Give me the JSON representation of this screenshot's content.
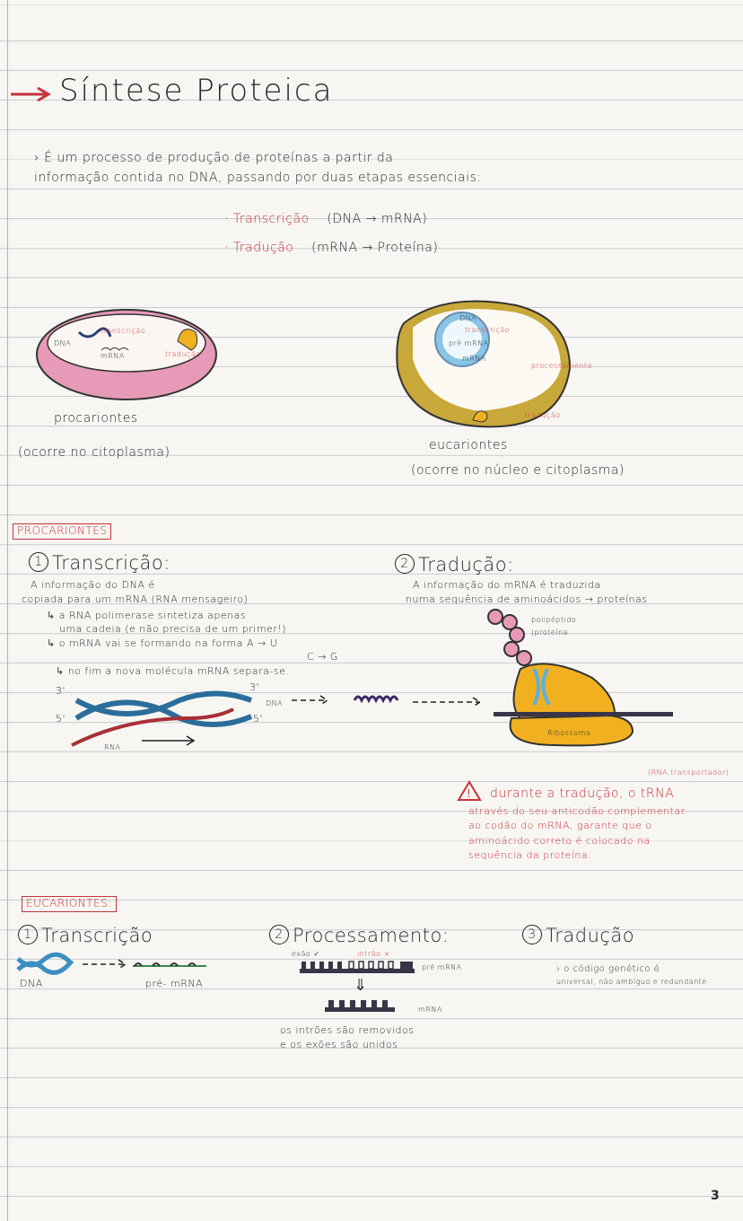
{
  "title": "Síntese Proteica",
  "intro": {
    "line1": "É um processo de produção de proteínas a partir da",
    "line2": "informação contida no DNA, passando por duas etapas essenciais:"
  },
  "steps": [
    {
      "name": "Transcrição",
      "detail": "(DNA → mRNA)"
    },
    {
      "name": "Tradução",
      "detail": "(mRNA → Proteína)"
    }
  ],
  "cells": {
    "prokaryote": {
      "dna": "DNA",
      "transcription": "transcrição",
      "mrna": "mRNA",
      "translation": "tradução",
      "caption": "procariontes",
      "note": "(ocorre no citoplasma)"
    },
    "eukaryote": {
      "dna": "DNA",
      "transcription": "transcrição",
      "pre_mrna": "pré mRNA",
      "mrna": "mRNA",
      "processing": "processamento",
      "translation": "tradução",
      "caption": "eucariontes",
      "note": "(ocorre no núcleo e citoplasma)"
    }
  },
  "prokaryotes": {
    "label": "PROCARIONTES",
    "transcription": {
      "number": "1",
      "heading": "Transcrição:",
      "lines": [
        "A informação do DNA é",
        "copiada para um mRNA (RNA mensageiro)",
        "↳ a RNA polimerase sintetiza apenas",
        "uma cadeia (e não precisa de um primer!)",
        "↳ o mRNA vai se formando na forma A → U",
        "C → G",
        "↳ no fim a nova molécula mRNA separa-se."
      ],
      "diagram": {
        "end_3_left": "3'",
        "end_5_left": "5'",
        "end_3_right": "3'",
        "end_5_right": "5'",
        "dna": "DNA",
        "rna": "RNA"
      }
    },
    "translation": {
      "number": "2",
      "heading": "Tradução:",
      "lines": [
        "A informação do mRNA é traduzida",
        "numa sequência de aminoácidos → proteínas"
      ],
      "polypeptide": "polipéptido",
      "protein": "(proteína",
      "ribosome": "Ribossoma"
    },
    "warning": {
      "aside": "(RNA transportador)",
      "lines": [
        "durante a tradução, o tRNA",
        "através do seu anticodão complementar",
        "ao codão do mRNA, garante que o",
        "aminoácido correto é colocado na",
        "sequência da proteína."
      ]
    }
  },
  "eukaryotes": {
    "label": "EUCARIONTES:",
    "transcription": {
      "number": "1",
      "heading": "Transcrição",
      "dna": "DNA",
      "pre_mrna": "pré- mRNA"
    },
    "processing": {
      "number": "2",
      "heading": "Processamento:",
      "exon": "exão ✓",
      "intron": "intrão ×",
      "pre_mrna": "pré mRNA",
      "mrna": "mRNA",
      "note1": "os intrões são removidos",
      "note2": "e os exões são unidos"
    },
    "translation": {
      "number": "3",
      "heading": "Tradução",
      "line1": "› o código genético é",
      "line2": "universal, não ambíguo e redundante"
    }
  },
  "page_number": "3",
  "colors": {
    "ink": "#2a2a2e",
    "red": "#c8323c",
    "dna_blue": "#3a8fc0",
    "ribosome": "#f0b020",
    "pink": "#e79ab8"
  }
}
